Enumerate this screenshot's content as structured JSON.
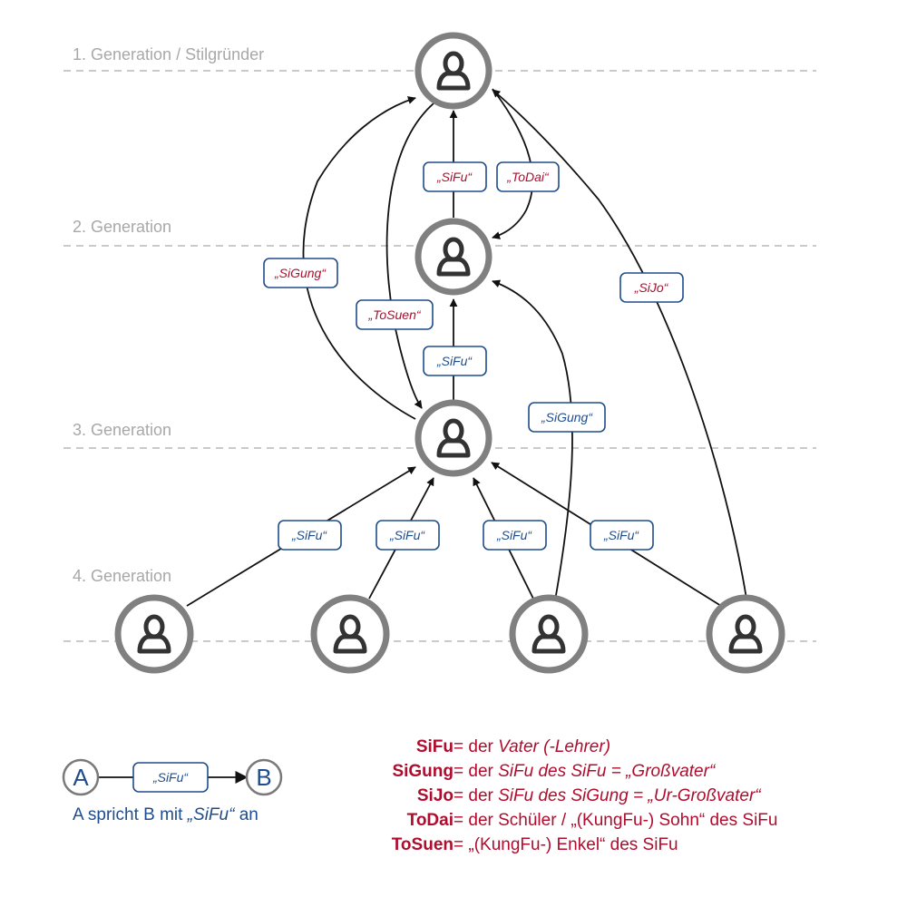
{
  "generations": {
    "g1": "1. Generation / Stilgründer",
    "g2": "2. Generation",
    "g3": "3. Generation",
    "g4": "4. Generation"
  },
  "edge_labels": {
    "sifu_1_2": "„SiFu“",
    "todai": "„ToDai“",
    "sigung_3_1": "„SiGung“",
    "tosuen": "„ToSuen“",
    "sifu_2_3": "„SiFu“",
    "sijo": "„SiJo“",
    "sigung_4_2": "„SiGung“",
    "sifu_a": "„SiFu“",
    "sifu_b": "„SiFu“",
    "sifu_c": "„SiFu“",
    "sifu_d": "„SiFu“"
  },
  "example": {
    "a": "A",
    "b": "B",
    "label": "„SiFu“",
    "caption_prefix": "A spricht B mit ",
    "caption_term": "„SiFu“",
    "caption_suffix": " an"
  },
  "legend": [
    {
      "term": "SiFu",
      "eq": " = ",
      "a": "der ",
      "b": "Vater (-Lehrer)",
      "c": ""
    },
    {
      "term": "SiGung",
      "eq": " = ",
      "a": "der ",
      "b": "SiFu des SiFu = „Großvater“",
      "c": ""
    },
    {
      "term": "SiJo",
      "eq": " = ",
      "a": "der ",
      "b": "SiFu des SiGung = „Ur-Großvater“",
      "c": ""
    },
    {
      "term": "ToDai",
      "eq": " = ",
      "a": "der Schüler / „(KungFu-) Sohn“ des SiFu",
      "b": "",
      "c": ""
    },
    {
      "term": "ToSuen",
      "eq": " = ",
      "a": "„(KungFu-) Enkel“ des SiFu",
      "b": "",
      "c": ""
    }
  ],
  "colors": {
    "blue": "#1f4d8c",
    "red": "#b00c2e",
    "ring": "#808080"
  },
  "icons": {
    "person": "person-icon"
  }
}
